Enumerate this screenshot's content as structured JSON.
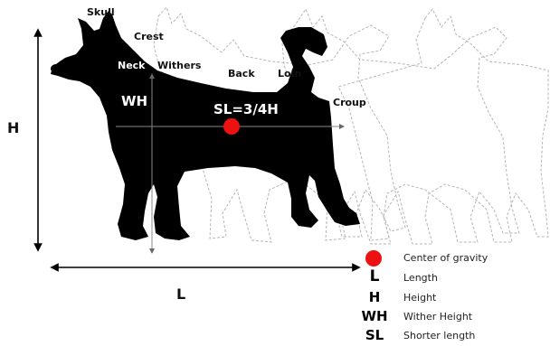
{
  "colors": {
    "silhouette": "#000000",
    "outline": "#b9b9b9",
    "center_dot": "#ee1111",
    "text_white": "#ffffff",
    "text_black": "#111111"
  },
  "labels": {
    "skull": "Skull",
    "crest": "Crest",
    "neck": "Neck",
    "withers": "Withers",
    "back": "Back",
    "loin": "Loin",
    "croup": "Croup",
    "wh": "WH",
    "sl_formula": "SL=3/4H",
    "h_axis": "H",
    "l_axis": "L"
  },
  "legend": [
    {
      "symbol": "",
      "icon": "red-dot",
      "text": "Center of gravity"
    },
    {
      "symbol": "L",
      "icon": "",
      "text": "Length"
    },
    {
      "symbol": "H",
      "icon": "",
      "text": "Height"
    },
    {
      "symbol": "WH",
      "icon": "",
      "text": "Wither Height"
    },
    {
      "symbol": "SL",
      "icon": "",
      "text": "Shorter length"
    }
  ]
}
